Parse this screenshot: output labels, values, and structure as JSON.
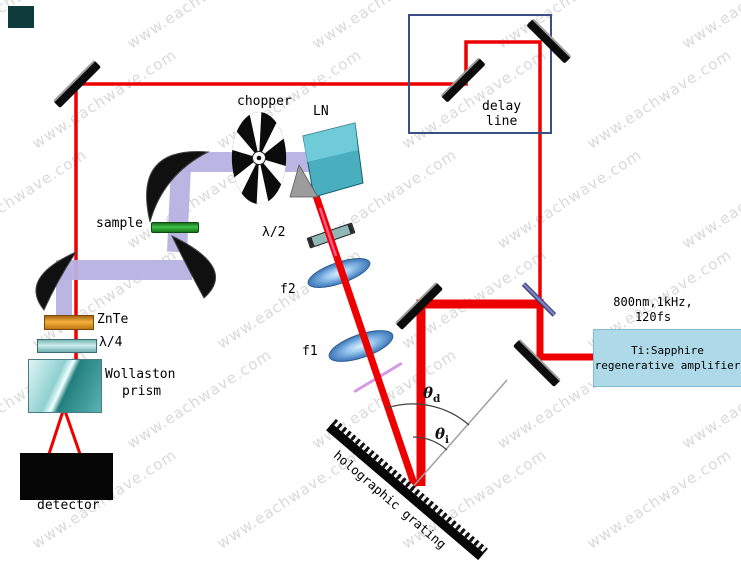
{
  "watermark": "www.eachwave.com",
  "components": {
    "chopper": "chopper",
    "ln_crystal": "LN",
    "delay_line": [
      "delay",
      "line"
    ],
    "sample": "sample",
    "half_waveplate": "λ/2",
    "lens_f2": "f2",
    "lens_f1": "f1",
    "znte": "ZnTe",
    "quarter_waveplate": "λ/4",
    "wollaston": [
      "Wollaston",
      "prism"
    ],
    "detector": "detector",
    "grating": "holographic grating",
    "amplifier": [
      "Ti:Sapphire",
      "regenerative amplifier"
    ],
    "amplifier_specs": [
      "800nm,1kHz,",
      "120fs"
    ]
  },
  "angles": {
    "diffracted": {
      "symbol": "θ",
      "sub": "d"
    },
    "incident": {
      "symbol": "θ",
      "sub": "i"
    }
  },
  "colors": {
    "laser_beam": "#ee0000",
    "thz_beam": "#b7b1e3",
    "amplifier_box": "#aed9e8",
    "lens": "#5a9fe0",
    "znte": "#e39b2d",
    "sample": "#2f9e3c",
    "grating_normal": "#a0a0a0"
  }
}
